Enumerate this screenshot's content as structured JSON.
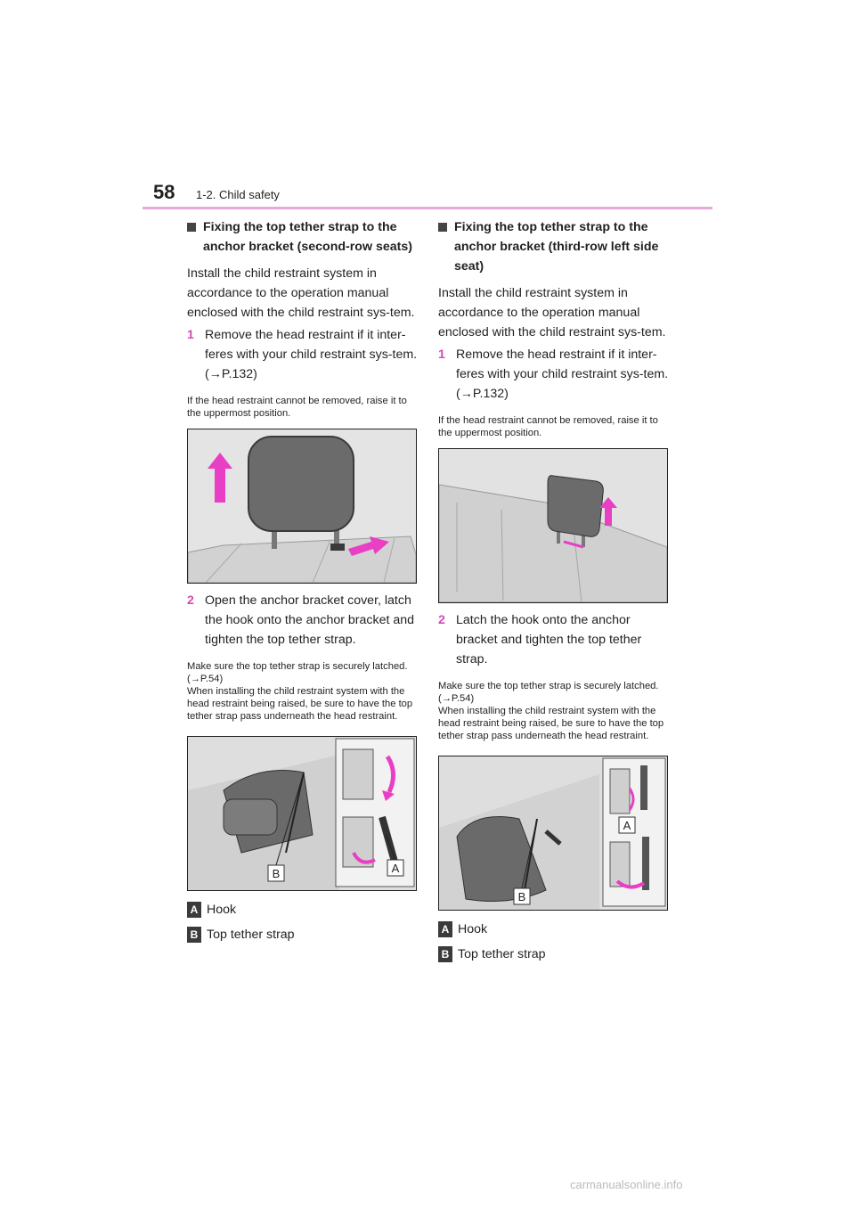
{
  "header": {
    "page_number": "58",
    "section": "1-2. Child safety"
  },
  "left": {
    "heading": "Fixing the top tether strap to the anchor bracket (second-row seats)",
    "intro": "Install the child restraint system in accordance to the operation manual enclosed with the child restraint sys-tem.",
    "step1_num": "1",
    "step1": "Remove the head restraint if it inter-feres with your child restraint sys-tem. (→P.132)",
    "note1": "If the head restraint cannot be removed, raise it to the uppermost position.",
    "step2_num": "2",
    "step2": "Open the anchor bracket cover, latch the hook onto the anchor bracket and tighten the top tether strap.",
    "note2a": "Make sure the top tether strap is securely latched. (→P.54)",
    "note2b": "When installing the child restraint system with the head restraint being raised, be sure to have the top tether strap pass underneath the head restraint.",
    "fig2_label_a": "A",
    "fig2_label_b": "B",
    "legend": [
      {
        "badge": "A",
        "text": "Hook"
      },
      {
        "badge": "B",
        "text": "Top tether strap"
      }
    ]
  },
  "right": {
    "heading": "Fixing the top tether strap to the anchor bracket (third-row left side seat)",
    "intro": "Install the child restraint system in accordance to the operation manual enclosed with the child restraint sys-tem.",
    "step1_num": "1",
    "step1": "Remove the head restraint if it inter-feres with your child restraint sys-tem. (→P.132)",
    "note1": "If the head restraint cannot be removed, raise it to the uppermost position.",
    "step2_num": "2",
    "step2": "Latch the hook onto the anchor bracket and tighten the top tether strap.",
    "note2a": "Make sure the top tether strap is securely latched. (→P.54)",
    "note2b": "When installing the child restraint system with the head restraint being raised, be sure to have the top tether strap pass underneath the head restraint.",
    "fig2_label_a": "A",
    "fig2_label_b": "B",
    "legend": [
      {
        "badge": "A",
        "text": "Hook"
      },
      {
        "badge": "B",
        "text": "Top tether strap"
      }
    ]
  },
  "colors": {
    "accent": "#e83fc4",
    "rule": "#e9a8dd",
    "badge": "#3b3b3b"
  },
  "footer": "carmanualsonline.info"
}
